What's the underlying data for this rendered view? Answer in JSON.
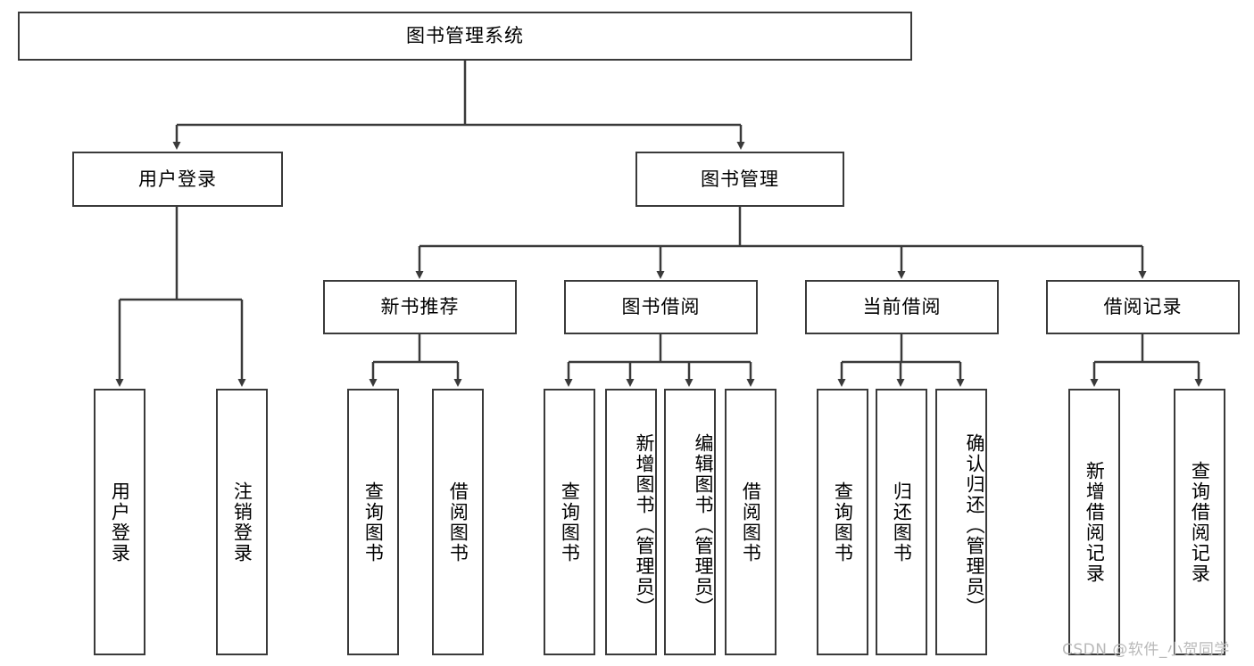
{
  "diagram": {
    "title_node": {
      "label": "图书管理系统"
    },
    "level2": [
      {
        "label": "用户登录"
      },
      {
        "label": "图书管理"
      }
    ],
    "level3": [
      {
        "label": "新书推荐"
      },
      {
        "label": "图书借阅"
      },
      {
        "label": "当前借阅"
      },
      {
        "label": "借阅记录"
      }
    ],
    "leaves": {
      "user_login": [
        {
          "label": "用户登录"
        },
        {
          "label": "注销登录"
        }
      ],
      "new_book_recommend": [
        {
          "label": "查询图书"
        },
        {
          "label": "借阅图书"
        }
      ],
      "book_borrow": [
        {
          "label": "查询图书"
        },
        {
          "label": "新增图书（管理员）"
        },
        {
          "label": "编辑图书（管理员）"
        },
        {
          "label": "借阅图书"
        }
      ],
      "current_borrow": [
        {
          "label": "查询图书"
        },
        {
          "label": "归还图书"
        },
        {
          "label": "确认归还（管理员）"
        }
      ],
      "borrow_record": [
        {
          "label": "新增借阅记录"
        },
        {
          "label": "查询借阅记录"
        }
      ]
    }
  },
  "watermark": {
    "text": "CSDN @软件_小贺同学"
  },
  "colors": {
    "stroke": "#3a3a3a",
    "background": "#ffffff",
    "text": "#000000",
    "watermark": "#b9b9b9"
  }
}
